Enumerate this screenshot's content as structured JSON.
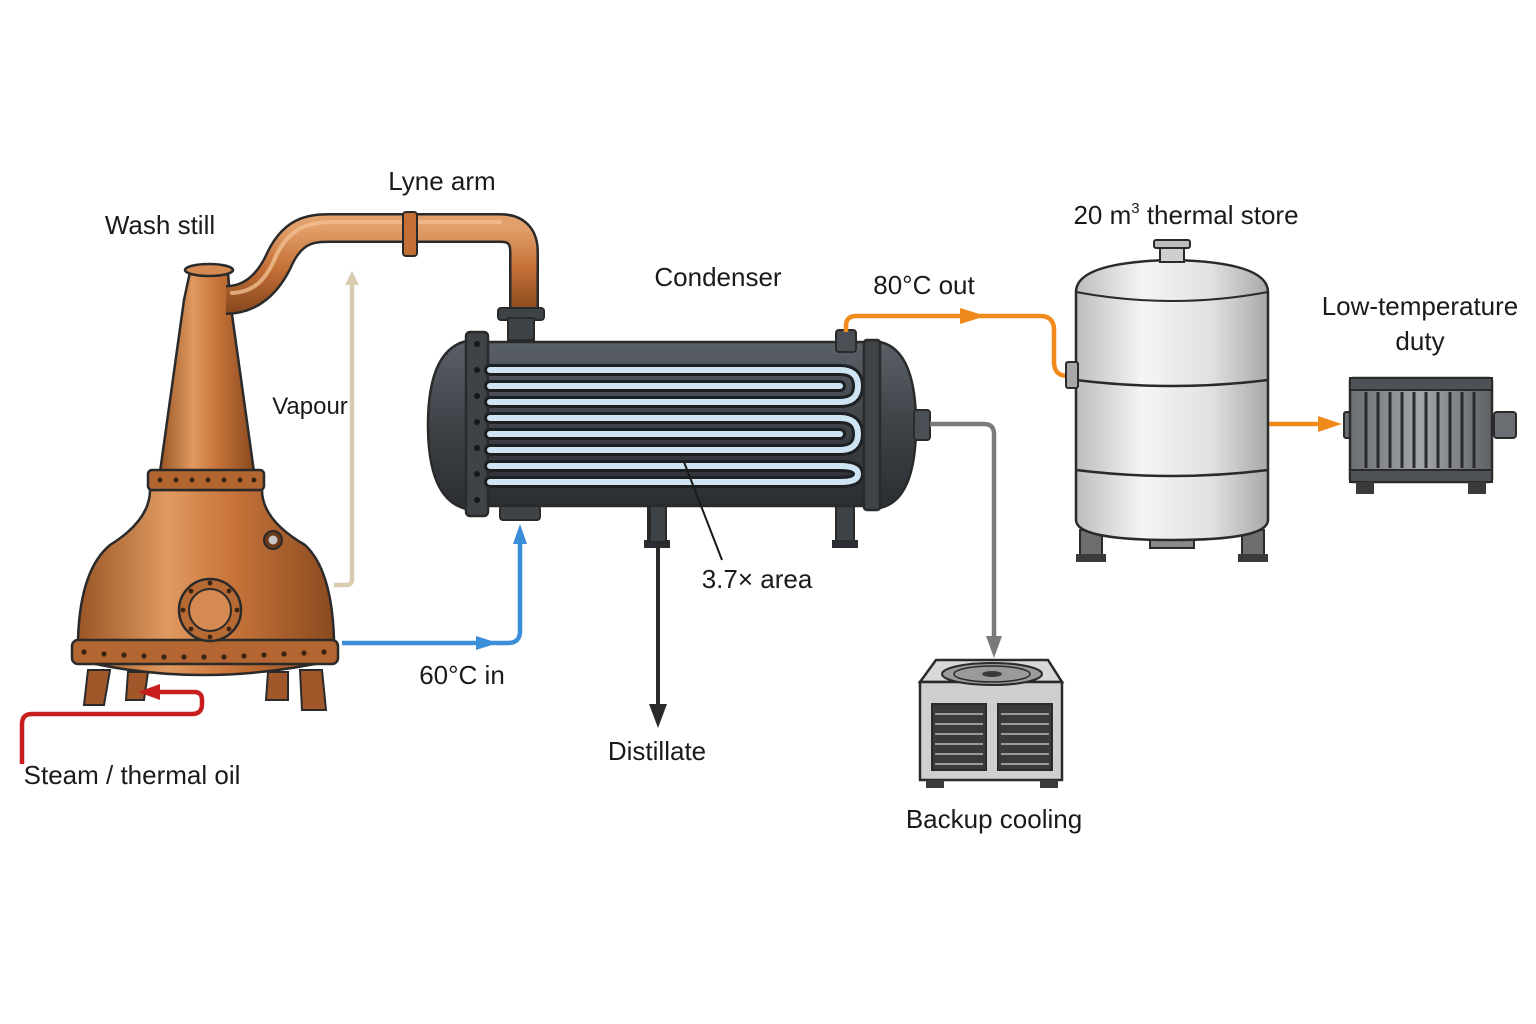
{
  "labels": {
    "wash_still": "Wash still",
    "lyne_arm": "Lyne arm",
    "vapour": "Vapour",
    "condenser": "Condenser",
    "outlet": "80°C out",
    "inlet": "60°C in",
    "area": "3.7× area",
    "distillate": "Distillate",
    "thermal_store_prefix": "20 m",
    "thermal_store_sup": "3",
    "thermal_store_suffix": " thermal store",
    "low_temp_line1": "Low-temperature",
    "low_temp_line2": "duty",
    "backup_cooling": "Backup cooling",
    "heat_source": "Steam / thermal oil"
  },
  "colors": {
    "copper": "#c8743a",
    "copper_dark": "#8a4a1f",
    "condenser_shell": "#3e4348",
    "tube": "#cfe4f2",
    "cold_line": "#3b8fd8",
    "hot_line": "#f08a1c",
    "vapour_line": "#d9cbb0",
    "heat_line": "#c81e1e",
    "backup_line": "#7a7a7a",
    "tank": "#e6e6e6",
    "outline": "#2a2a2a"
  }
}
